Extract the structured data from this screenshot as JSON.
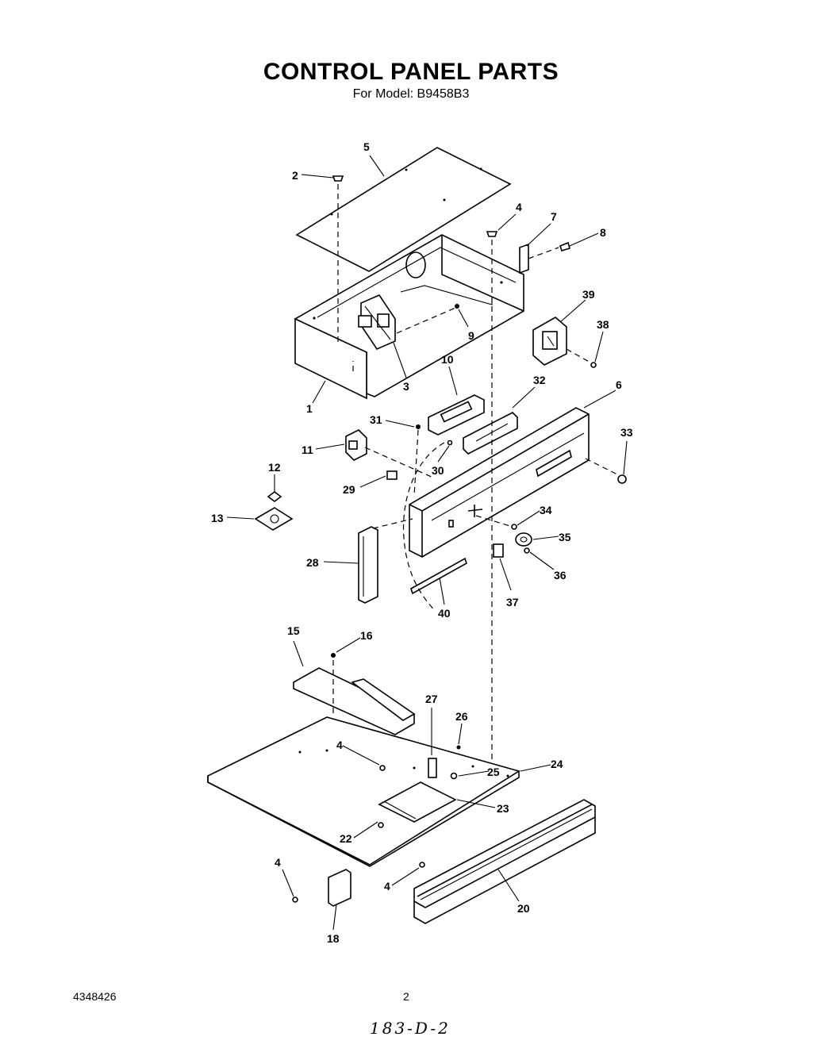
{
  "header": {
    "title": "CONTROL PANEL PARTS",
    "subtitle": "For Model: B9458B3"
  },
  "footer": {
    "doc_number": "4348426",
    "page_number": "2",
    "handwritten_note": "183-D-2"
  },
  "callouts": {
    "c1": "1",
    "c2": "2",
    "c3": "3",
    "c4a": "4",
    "c4b": "4",
    "c4c": "4",
    "c4d": "4",
    "c5": "5",
    "c6": "6",
    "c7": "7",
    "c8": "8",
    "c9": "9",
    "c10": "10",
    "c11": "11",
    "c12": "12",
    "c13": "13",
    "c15": "15",
    "c16": "16",
    "c18": "18",
    "c20": "20",
    "c22": "22",
    "c23": "23",
    "c24": "24",
    "c25": "25",
    "c26": "26",
    "c27": "27",
    "c28": "28",
    "c29": "29",
    "c30": "30",
    "c31": "31",
    "c32": "32",
    "c33": "33",
    "c34": "34",
    "c35": "35",
    "c36": "36",
    "c37": "37",
    "c38": "38",
    "c39": "39",
    "c40": "40"
  }
}
